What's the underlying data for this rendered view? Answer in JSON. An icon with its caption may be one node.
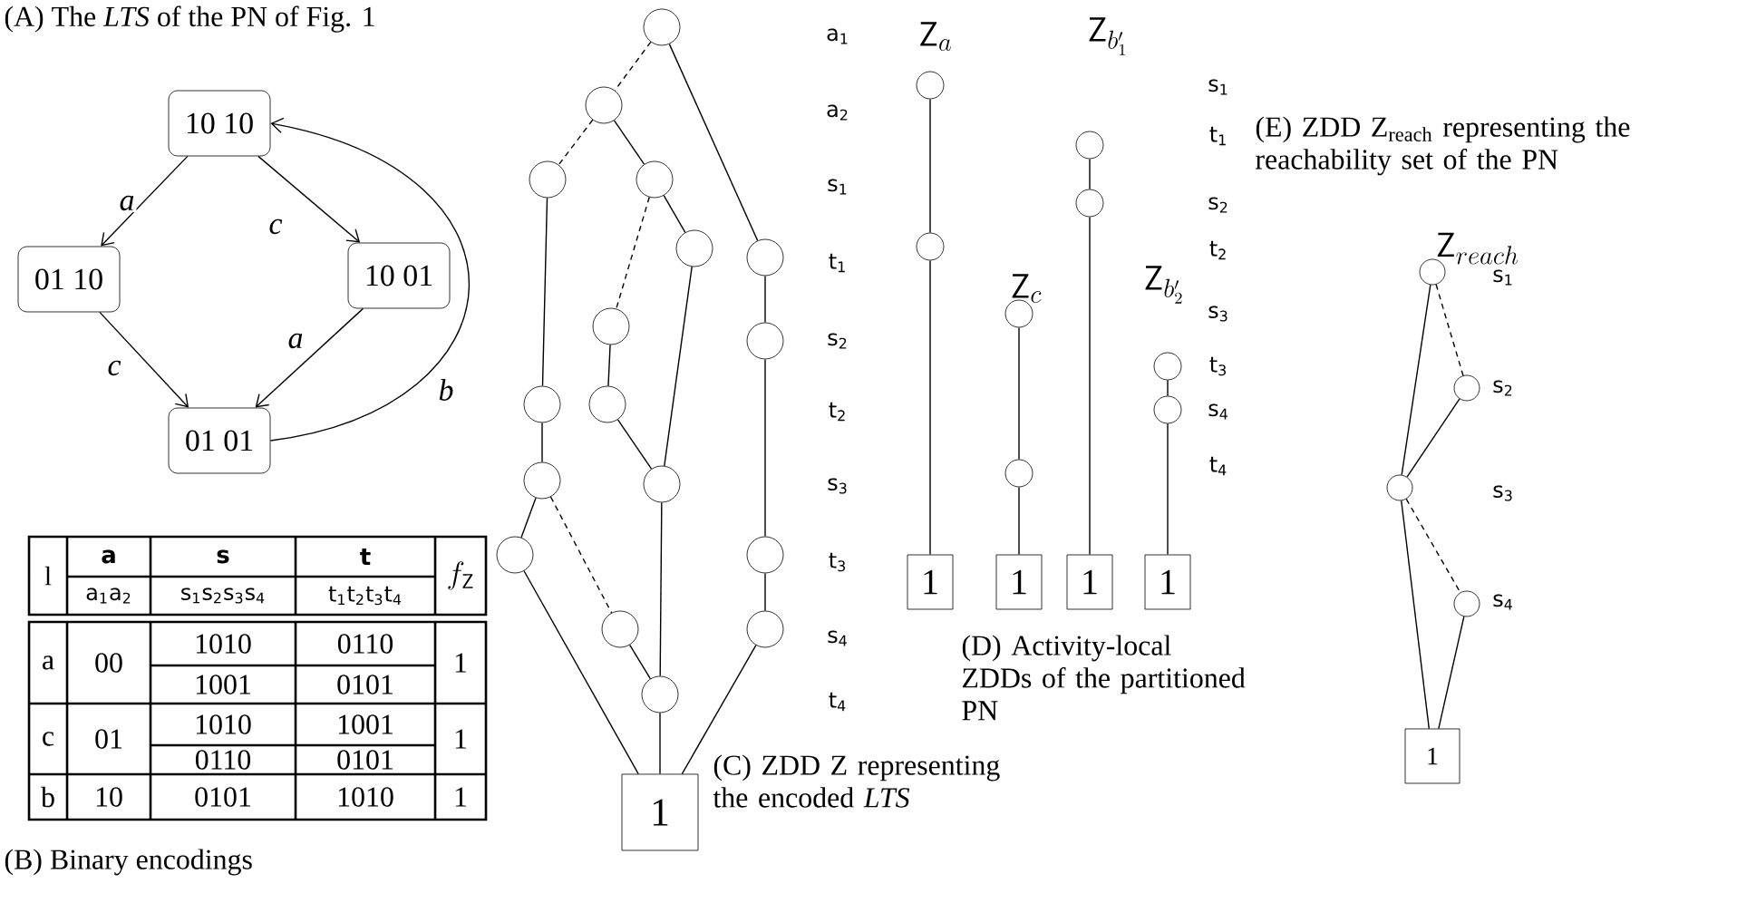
{
  "diagram": {
    "nodes": [
      {
        "text": [
          "10 10"
        ]
      },
      {
        "text": [
          "01 10"
        ]
      },
      {
        "text": [
          "10 01"
        ]
      },
      {
        "text": [
          "01 01"
        ]
      },
      {
        "text": [],
        "shape": "circle"
      },
      {
        "text": [],
        "shape": "circle"
      },
      {
        "text": [],
        "shape": "circle"
      },
      {
        "text": [],
        "shape": "circle"
      },
      {
        "text": [],
        "shape": "circle"
      },
      {
        "text": [],
        "shape": "circle"
      },
      {
        "text": [],
        "shape": "circle"
      },
      {
        "text": [],
        "shape": "circle"
      },
      {
        "text": [],
        "shape": "circle"
      },
      {
        "text": [],
        "shape": "circle"
      },
      {
        "text": [],
        "shape": "circle"
      },
      {
        "text": [],
        "shape": "circle"
      },
      {
        "text": [],
        "shape": "circle"
      },
      {
        "text": [],
        "shape": "circle"
      },
      {
        "text": [],
        "shape": "circle"
      },
      {
        "text": [],
        "shape": "circle"
      },
      {
        "text": [],
        "shape": "circle"
      },
      {
        "text": [
          "1"
        ]
      },
      {
        "text": [],
        "shape": "circle"
      },
      {
        "text": [],
        "shape": "circle"
      },
      {
        "text": [
          "1"
        ]
      },
      {
        "text": [],
        "shape": "circle"
      },
      {
        "text": [],
        "shape": "circle"
      },
      {
        "text": [
          "1"
        ]
      },
      {
        "text": [],
        "shape": "circle"
      },
      {
        "text": [],
        "shape": "circle"
      },
      {
        "text": [
          "1"
        ]
      },
      {
        "text": [],
        "shape": "circle"
      },
      {
        "text": [],
        "shape": "circle"
      },
      {
        "text": [
          "1"
        ]
      },
      {
        "text": [],
        "shape": "circle"
      },
      {
        "text": [],
        "shape": "circle"
      },
      {
        "text": [],
        "shape": "circle"
      },
      {
        "text": [],
        "shape": "circle"
      },
      {
        "text": [
          "1"
        ]
      }
    ],
    "edges": [
      {
        "from": 0,
        "to": 1,
        "arrow": "to",
        "label": "a"
      },
      {
        "from": 0,
        "to": 2,
        "arrow": "to",
        "label": "c"
      },
      {
        "from": 1,
        "to": 3,
        "arrow": "to",
        "label": "c"
      },
      {
        "from": 2,
        "to": 3,
        "arrow": "to",
        "label": "a"
      },
      {
        "from": 3,
        "to": 0,
        "arrow": "to",
        "label": "b"
      },
      {
        "from": 4,
        "to": 5,
        "arrow": "none",
        "style": "dashed"
      },
      {
        "from": 4,
        "to": 9,
        "arrow": "none"
      },
      {
        "from": 5,
        "to": 6,
        "arrow": "none",
        "style": "dashed"
      },
      {
        "from": 5,
        "to": 7,
        "arrow": "none"
      },
      {
        "from": 6,
        "to": 12,
        "arrow": "none"
      },
      {
        "from": 7,
        "to": 10,
        "arrow": "none",
        "style": "dashed"
      },
      {
        "from": 7,
        "to": 8,
        "arrow": "none"
      },
      {
        "from": 8,
        "to": 15,
        "arrow": "none"
      },
      {
        "from": 10,
        "to": 13,
        "arrow": "none"
      },
      {
        "from": 13,
        "to": 15,
        "arrow": "none"
      },
      {
        "from": 12,
        "to": 14,
        "arrow": "none"
      },
      {
        "from": 14,
        "to": 16,
        "arrow": "none"
      },
      {
        "from": 14,
        "to": 18,
        "arrow": "none",
        "style": "dashed"
      },
      {
        "from": 16,
        "to": 21,
        "arrow": "none"
      },
      {
        "from": 18,
        "to": 20,
        "arrow": "none"
      },
      {
        "from": 15,
        "to": 20,
        "arrow": "none"
      },
      {
        "from": 20,
        "to": 21,
        "arrow": "none"
      },
      {
        "from": 9,
        "to": 11,
        "arrow": "none"
      },
      {
        "from": 11,
        "to": 17,
        "arrow": "none"
      },
      {
        "from": 17,
        "to": 19,
        "arrow": "none"
      },
      {
        "from": 19,
        "to": 21,
        "arrow": "none"
      },
      {
        "from": 22,
        "to": 23,
        "arrow": "none"
      },
      {
        "from": 23,
        "to": 24,
        "arrow": "none"
      },
      {
        "from": 25,
        "to": 26,
        "arrow": "none"
      },
      {
        "from": 26,
        "to": 27,
        "arrow": "none"
      },
      {
        "from": 28,
        "to": 29,
        "arrow": "none"
      },
      {
        "from": 29,
        "to": 30,
        "arrow": "none"
      },
      {
        "from": 31,
        "to": 32,
        "arrow": "none"
      },
      {
        "from": 32,
        "to": 33,
        "arrow": "none"
      },
      {
        "from": 34,
        "to": 35,
        "arrow": "none",
        "style": "dashed"
      },
      {
        "from": 34,
        "to": 36,
        "arrow": "none"
      },
      {
        "from": 35,
        "to": 36,
        "arrow": "none"
      },
      {
        "from": 36,
        "to": 37,
        "arrow": "none",
        "style": "dashed"
      },
      {
        "from": 36,
        "to": 38,
        "arrow": "none"
      },
      {
        "from": 37,
        "to": 38,
        "arrow": "none"
      }
    ],
    "labels": [
      "(A) The *LTS* of the PN of Fig. 1",
      "l",
      "a",
      "s",
      "t",
      "f_{\\mathsf{Z}}",
      "a$_{1}$a$_{2}$",
      "s$_{1}$s$_{2}$s$_{3}$s$_{4}$",
      "t$_{1}$t$_{2}$t$_{3}$t$_{4}$",
      "a",
      "00",
      "1010",
      "0110",
      "1",
      "1001",
      "0101",
      "c",
      "01",
      "1010",
      "1001",
      "1",
      "0110",
      "0101",
      "b",
      "10",
      "0101",
      "1010",
      "1",
      "(B) Binary encodings",
      "a$_{1}$",
      "a$_{2}$",
      "s$_{1}$",
      "t$_{1}$",
      "s$_{2}$",
      "t$_{2}$",
      "s$_{3}$",
      "t$_{3}$",
      "s$_{4}$",
      "t$_{4}$",
      "(C) ZDD Z representing the encoded *LTS*",
      "\\mathsf{Z}_a",
      "\\mathsf{Z}_{b'_1}",
      "\\mathsf{Z}_c",
      "\\mathsf{Z}_{b'_2}",
      "s$_{1}$",
      "t$_{1}$",
      "s$_{2}$",
      "t$_{2}$",
      "s$_{3}$",
      "t$_{3}$",
      "s$_{4}$",
      "t$_{4}$",
      "(D) Activity-local ZDDs of the partitioned PN",
      "(E) ZDD Z$_{reach}$ representing the reachability set of the PN",
      "\\mathsf{Z}_{reach}",
      "s$_{1}$",
      "s$_{2}$",
      "s$_{3}$",
      "s$_{4}$"
    ]
  }
}
